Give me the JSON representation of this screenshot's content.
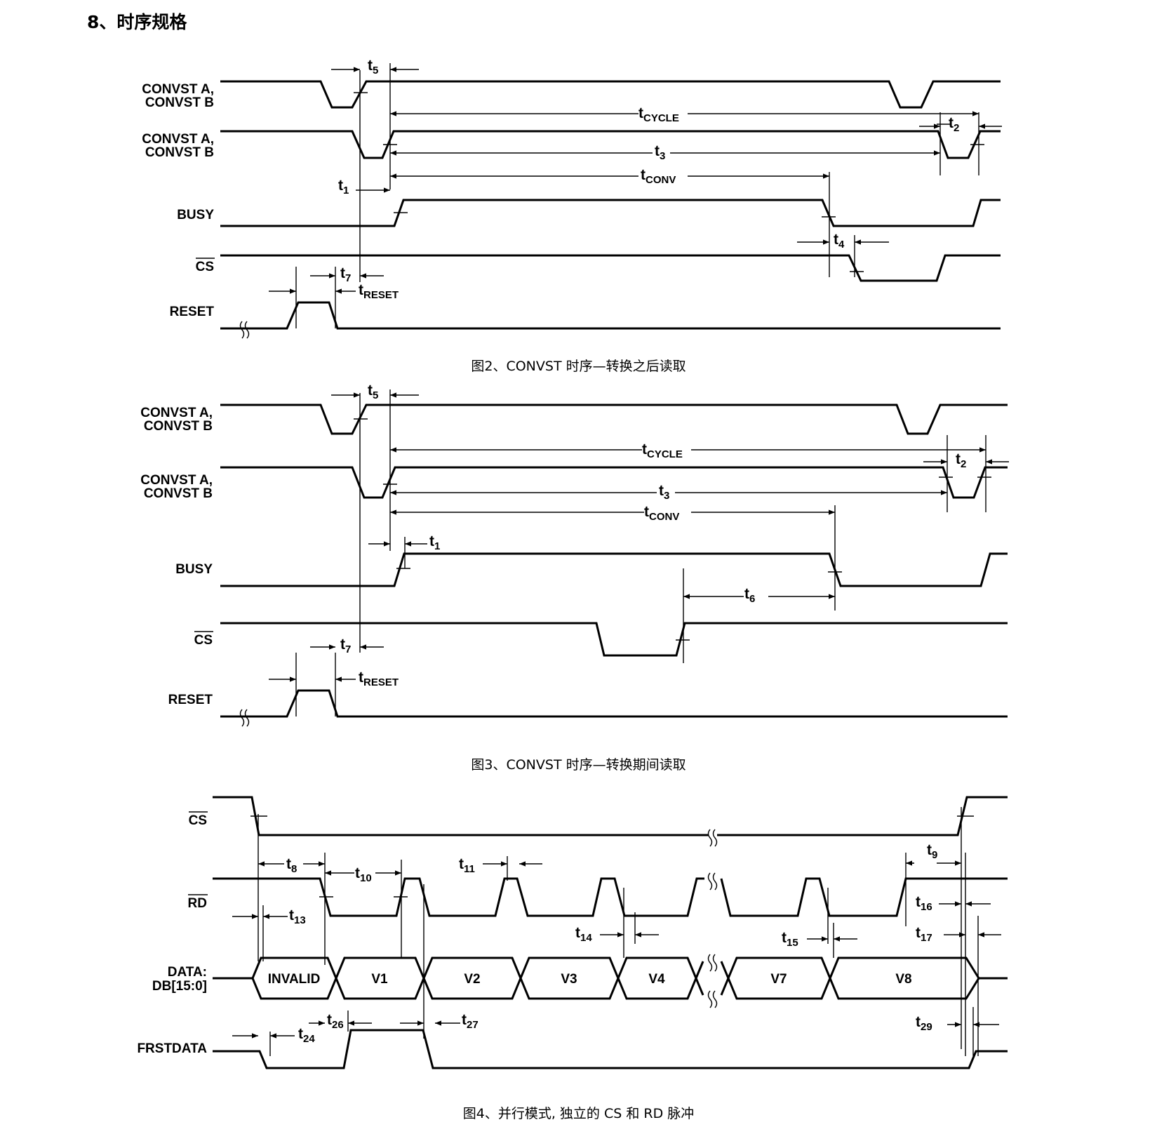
{
  "section_title": "8、时序规格",
  "figures": [
    {
      "caption": "图2、CONVST 时序—转换之后读取",
      "signals": {
        "convst_a_top": "CONVST A,",
        "convst_b_top": "CONVST B",
        "convst_a_mid": "CONVST A,",
        "convst_b_mid": "CONVST B",
        "busy": "BUSY",
        "cs": "CS",
        "reset": "RESET"
      },
      "timing": {
        "t5": {
          "main": "t",
          "sub": "5"
        },
        "tcycle": {
          "main": "t",
          "sub": "CYCLE"
        },
        "t2": {
          "main": "t",
          "sub": "2"
        },
        "t3": {
          "main": "t",
          "sub": "3"
        },
        "t1": {
          "main": "t",
          "sub": "1"
        },
        "tconv": {
          "main": "t",
          "sub": "CONV"
        },
        "t4": {
          "main": "t",
          "sub": "4"
        },
        "t7": {
          "main": "t",
          "sub": "7"
        },
        "treset": {
          "main": "t",
          "sub": "RESET"
        }
      }
    },
    {
      "caption": "图3、CONVST 时序—转换期间读取",
      "signals": {
        "convst_a_top": "CONVST A,",
        "convst_b_top": "CONVST B",
        "convst_a_mid": "CONVST A,",
        "convst_b_mid": "CONVST B",
        "busy": "BUSY",
        "cs": "CS",
        "reset": "RESET"
      },
      "timing": {
        "t5": {
          "main": "t",
          "sub": "5"
        },
        "tcycle": {
          "main": "t",
          "sub": "CYCLE"
        },
        "t2": {
          "main": "t",
          "sub": "2"
        },
        "t3": {
          "main": "t",
          "sub": "3"
        },
        "tconv": {
          "main": "t",
          "sub": "CONV"
        },
        "t1": {
          "main": "t",
          "sub": "1"
        },
        "t6": {
          "main": "t",
          "sub": "6"
        },
        "t7": {
          "main": "t",
          "sub": "7"
        },
        "treset": {
          "main": "t",
          "sub": "RESET"
        }
      }
    },
    {
      "caption": "图4、并行模式, 独立的 CS 和 RD 脉冲",
      "signals": {
        "cs": "CS",
        "rd": "RD",
        "data_1": "DATA:",
        "data_2": "DB[15:0]",
        "frstdata": "FRSTDATA"
      },
      "data_words": [
        "INVALID",
        "V1",
        "V2",
        "V3",
        "V4",
        "V7",
        "V8"
      ],
      "timing": {
        "t8": {
          "main": "t",
          "sub": "8"
        },
        "t10": {
          "main": "t",
          "sub": "10"
        },
        "t11": {
          "main": "t",
          "sub": "11"
        },
        "t9": {
          "main": "t",
          "sub": "9"
        },
        "t13": {
          "main": "t",
          "sub": "13"
        },
        "t14": {
          "main": "t",
          "sub": "14"
        },
        "t15": {
          "main": "t",
          "sub": "15"
        },
        "t16": {
          "main": "t",
          "sub": "16"
        },
        "t17": {
          "main": "t",
          "sub": "17"
        },
        "t24": {
          "main": "t",
          "sub": "24"
        },
        "t26": {
          "main": "t",
          "sub": "26"
        },
        "t27": {
          "main": "t",
          "sub": "27"
        },
        "t29": {
          "main": "t",
          "sub": "29"
        }
      }
    }
  ]
}
